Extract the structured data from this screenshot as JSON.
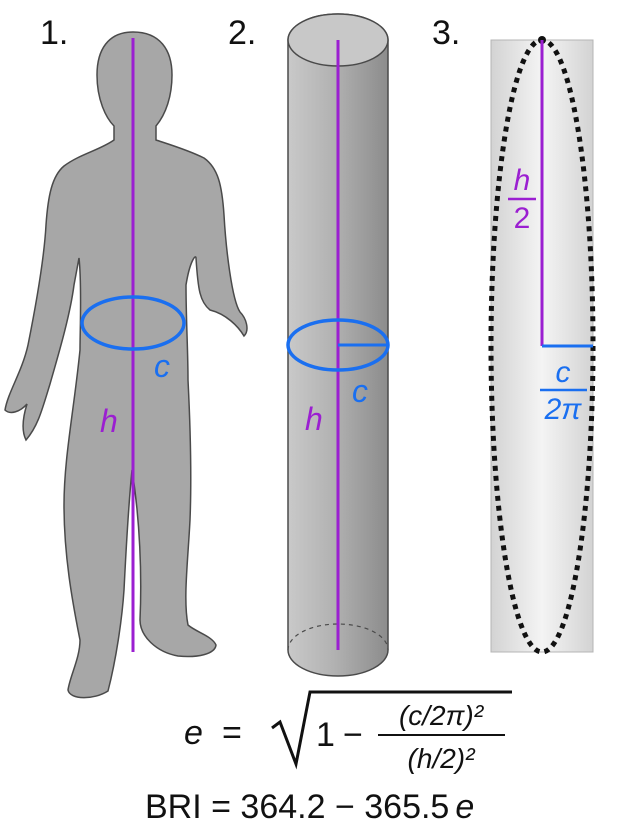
{
  "panels": [
    {
      "number": "1."
    },
    {
      "number": "2."
    },
    {
      "number": "3."
    }
  ],
  "labels": {
    "height": "h",
    "circumference": "c",
    "half_height_numerator": "h",
    "half_height_denominator": "2",
    "radius_numerator": "c",
    "radius_denominator": "2π"
  },
  "formula": {
    "e_symbol": "e",
    "equals": "=",
    "one": "1",
    "minus": "−",
    "numerator": "(c/2π)²",
    "denominator": "(h/2)²",
    "bri_prefix": "BRI = 364.2 − 365.5",
    "bri_var": "e"
  },
  "colors": {
    "purple": "#9b1fd1",
    "blue": "#1a6ff0",
    "silhouette": "#a7a7a7",
    "outline": "#4a4a4a"
  }
}
